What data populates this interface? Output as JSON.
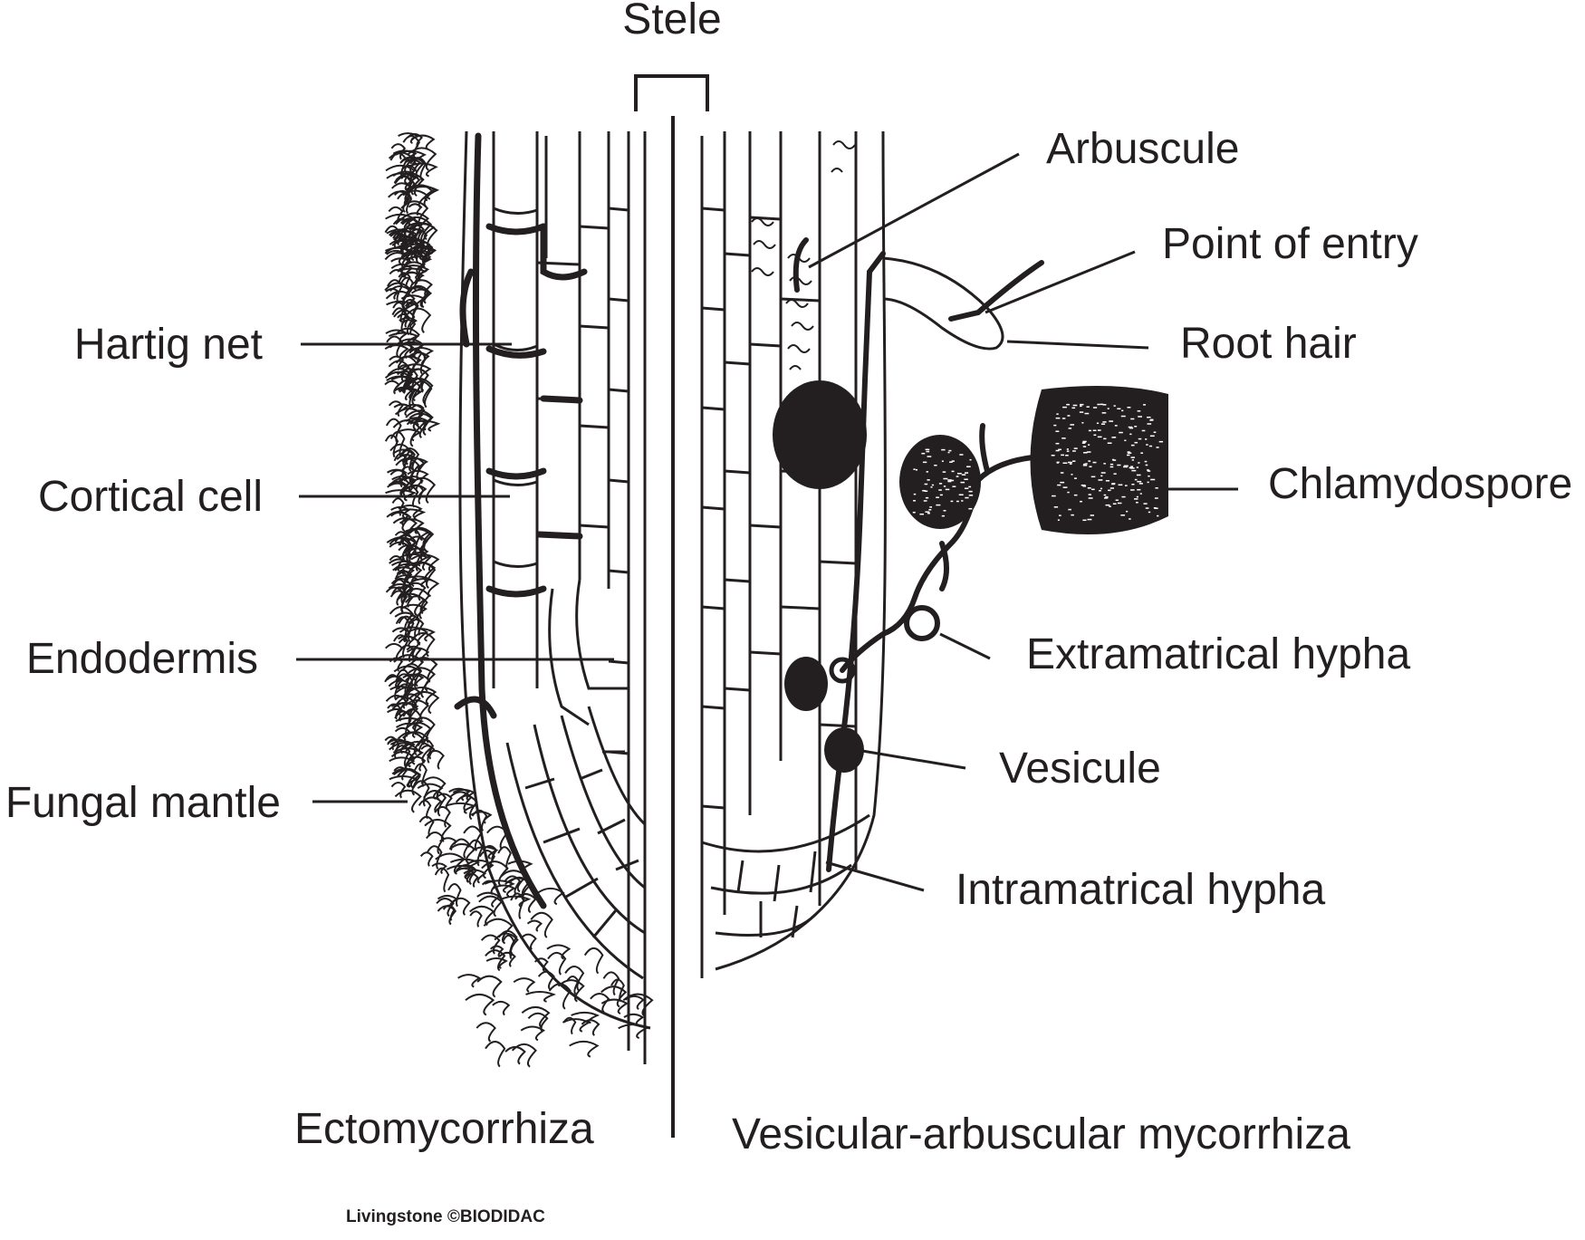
{
  "diagram": {
    "stele_label": "Stele",
    "left_panel": {
      "caption": "Ectomycorrhiza",
      "labels": [
        "Hartig net",
        "Cortical cell",
        "Endodermis",
        "Fungal mantle"
      ]
    },
    "right_panel": {
      "caption": "Vesicular-arbuscular mycorrhiza",
      "labels": [
        "Arbuscule",
        "Point of entry",
        "Root hair",
        "Chlamydospore",
        "Extramatrical hypha",
        "Vesicule",
        "Intramatrical hypha"
      ]
    },
    "credit": "Livingstone ©BIODIDAC"
  }
}
